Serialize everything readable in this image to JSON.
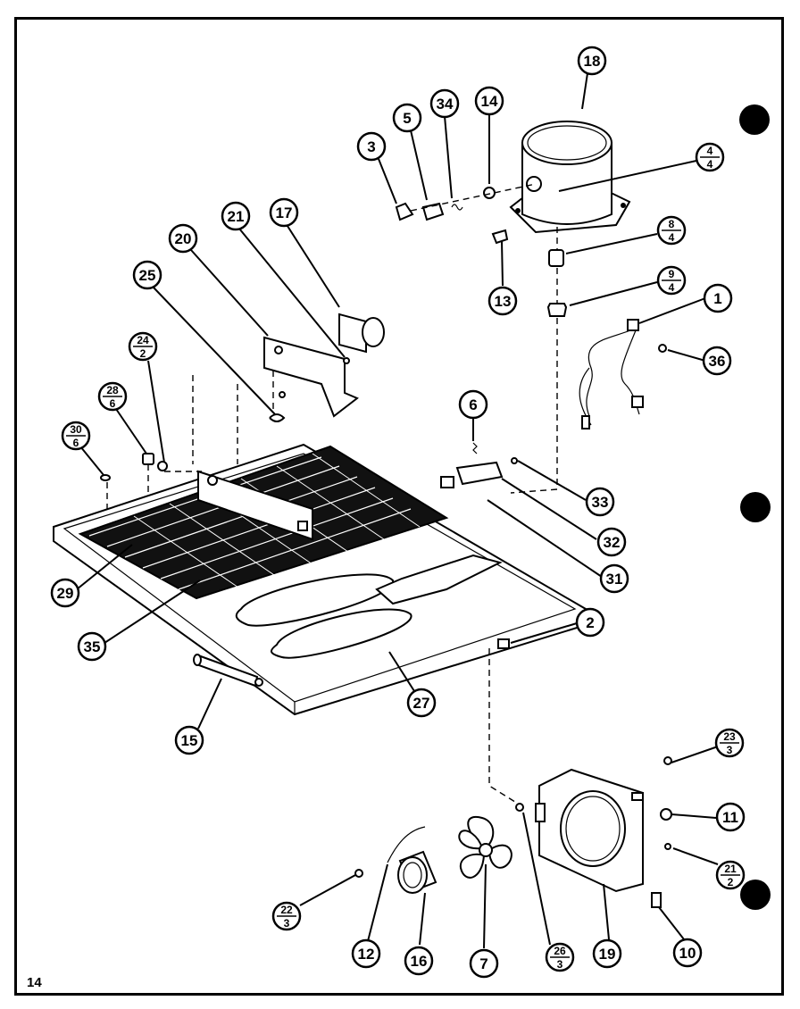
{
  "page_number": "14",
  "callouts": [
    {
      "label": "18",
      "ref": ""
    },
    {
      "label": "34",
      "ref": ""
    },
    {
      "label": "14",
      "ref": ""
    },
    {
      "label": "5",
      "ref": ""
    },
    {
      "label": "3",
      "ref": ""
    },
    {
      "label": "4",
      "ref": "4"
    },
    {
      "label": "8",
      "ref": "4"
    },
    {
      "label": "9",
      "ref": "4"
    },
    {
      "label": "1",
      "ref": ""
    },
    {
      "label": "36",
      "ref": ""
    },
    {
      "label": "13",
      "ref": ""
    },
    {
      "label": "21",
      "ref": ""
    },
    {
      "label": "17",
      "ref": ""
    },
    {
      "label": "20",
      "ref": ""
    },
    {
      "label": "25",
      "ref": ""
    },
    {
      "label": "24",
      "ref": "2"
    },
    {
      "label": "28",
      "ref": "6"
    },
    {
      "label": "30",
      "ref": "6"
    },
    {
      "label": "6",
      "ref": ""
    },
    {
      "label": "33",
      "ref": ""
    },
    {
      "label": "32",
      "ref": ""
    },
    {
      "label": "31",
      "ref": ""
    },
    {
      "label": "29",
      "ref": ""
    },
    {
      "label": "35",
      "ref": ""
    },
    {
      "label": "2",
      "ref": ""
    },
    {
      "label": "27",
      "ref": ""
    },
    {
      "label": "15",
      "ref": ""
    },
    {
      "label": "23",
      "ref": "3"
    },
    {
      "label": "11",
      "ref": ""
    },
    {
      "label": "21",
      "ref": "2"
    },
    {
      "label": "22",
      "ref": "3"
    },
    {
      "label": "12",
      "ref": ""
    },
    {
      "label": "16",
      "ref": ""
    },
    {
      "label": "7",
      "ref": ""
    },
    {
      "label": "26",
      "ref": "3"
    },
    {
      "label": "19",
      "ref": ""
    },
    {
      "label": "10",
      "ref": ""
    }
  ]
}
